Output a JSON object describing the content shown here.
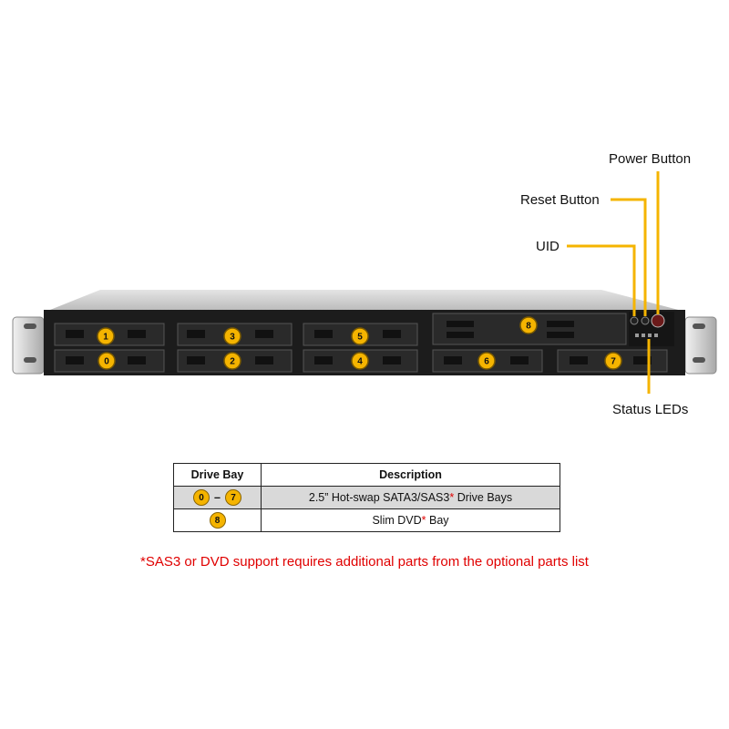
{
  "callouts": {
    "power_button": "Power Button",
    "reset_button": "Reset Button",
    "uid": "UID",
    "status_leds": "Status LEDs"
  },
  "drive_bays": [
    "1",
    "3",
    "5",
    "0",
    "2",
    "4",
    "6",
    "7",
    "8"
  ],
  "table": {
    "header_bay": "Drive Bay",
    "header_desc": "Description",
    "row1_from": "0",
    "row1_dash": "–",
    "row1_to": "7",
    "row1_desc_pre": "2.5” Hot-swap SATA3/SAS3",
    "row1_star": "*",
    "row1_desc_post": " Drive Bays",
    "row2_bay": "8",
    "row2_desc_pre": "Slim DVD",
    "row2_star": "*",
    "row2_desc_post": " Bay"
  },
  "footnote": "*SAS3 or DVD support requires additional parts from the optional parts list",
  "colors": {
    "accent": "#f5b400",
    "callout_line": "#f5b400",
    "note": "#e00000"
  }
}
